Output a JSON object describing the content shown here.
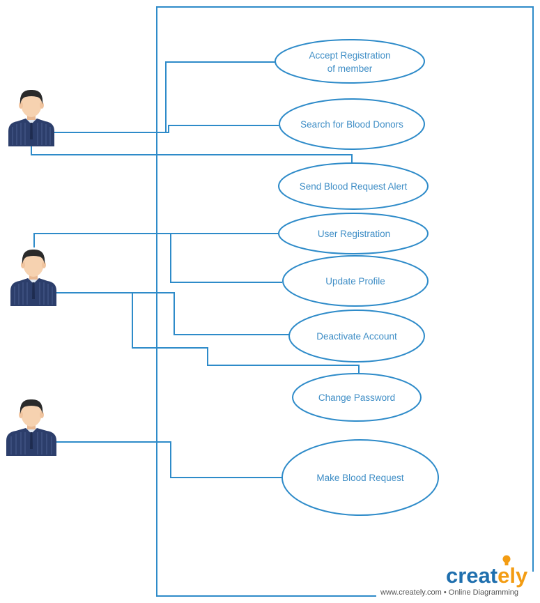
{
  "use_cases": [
    {
      "id": "accept-registration",
      "lines": [
        "Accept Registration",
        "of member"
      ]
    },
    {
      "id": "search-donors",
      "lines": [
        "Search for Blood Donors"
      ]
    },
    {
      "id": "send-alert",
      "lines": [
        "Send Blood Request Alert"
      ]
    },
    {
      "id": "user-registration",
      "lines": [
        "User Registration"
      ]
    },
    {
      "id": "update-profile",
      "lines": [
        "Update Profile"
      ]
    },
    {
      "id": "deactivate-account",
      "lines": [
        "Deactivate Account"
      ]
    },
    {
      "id": "change-password",
      "lines": [
        "Change Password"
      ]
    },
    {
      "id": "make-request",
      "lines": [
        "Make Blood Request"
      ]
    }
  ],
  "actors": [
    {
      "id": "actor-1",
      "icon": "person-icon"
    },
    {
      "id": "actor-2",
      "icon": "person-icon"
    },
    {
      "id": "actor-3",
      "icon": "person-icon"
    }
  ],
  "branding": {
    "logo_main": "creat",
    "logo_accent": "ely",
    "footer": "www.creately.com • Online Diagramming"
  },
  "colors": {
    "line": "#2e8bc9",
    "label": "#3f8ec6",
    "actor_suit": "#2c3e6b",
    "actor_skin": "#f6d2b0",
    "actor_hair": "#2a2a2a",
    "logo": "#1f6fae",
    "logo_accent": "#f39c12"
  }
}
